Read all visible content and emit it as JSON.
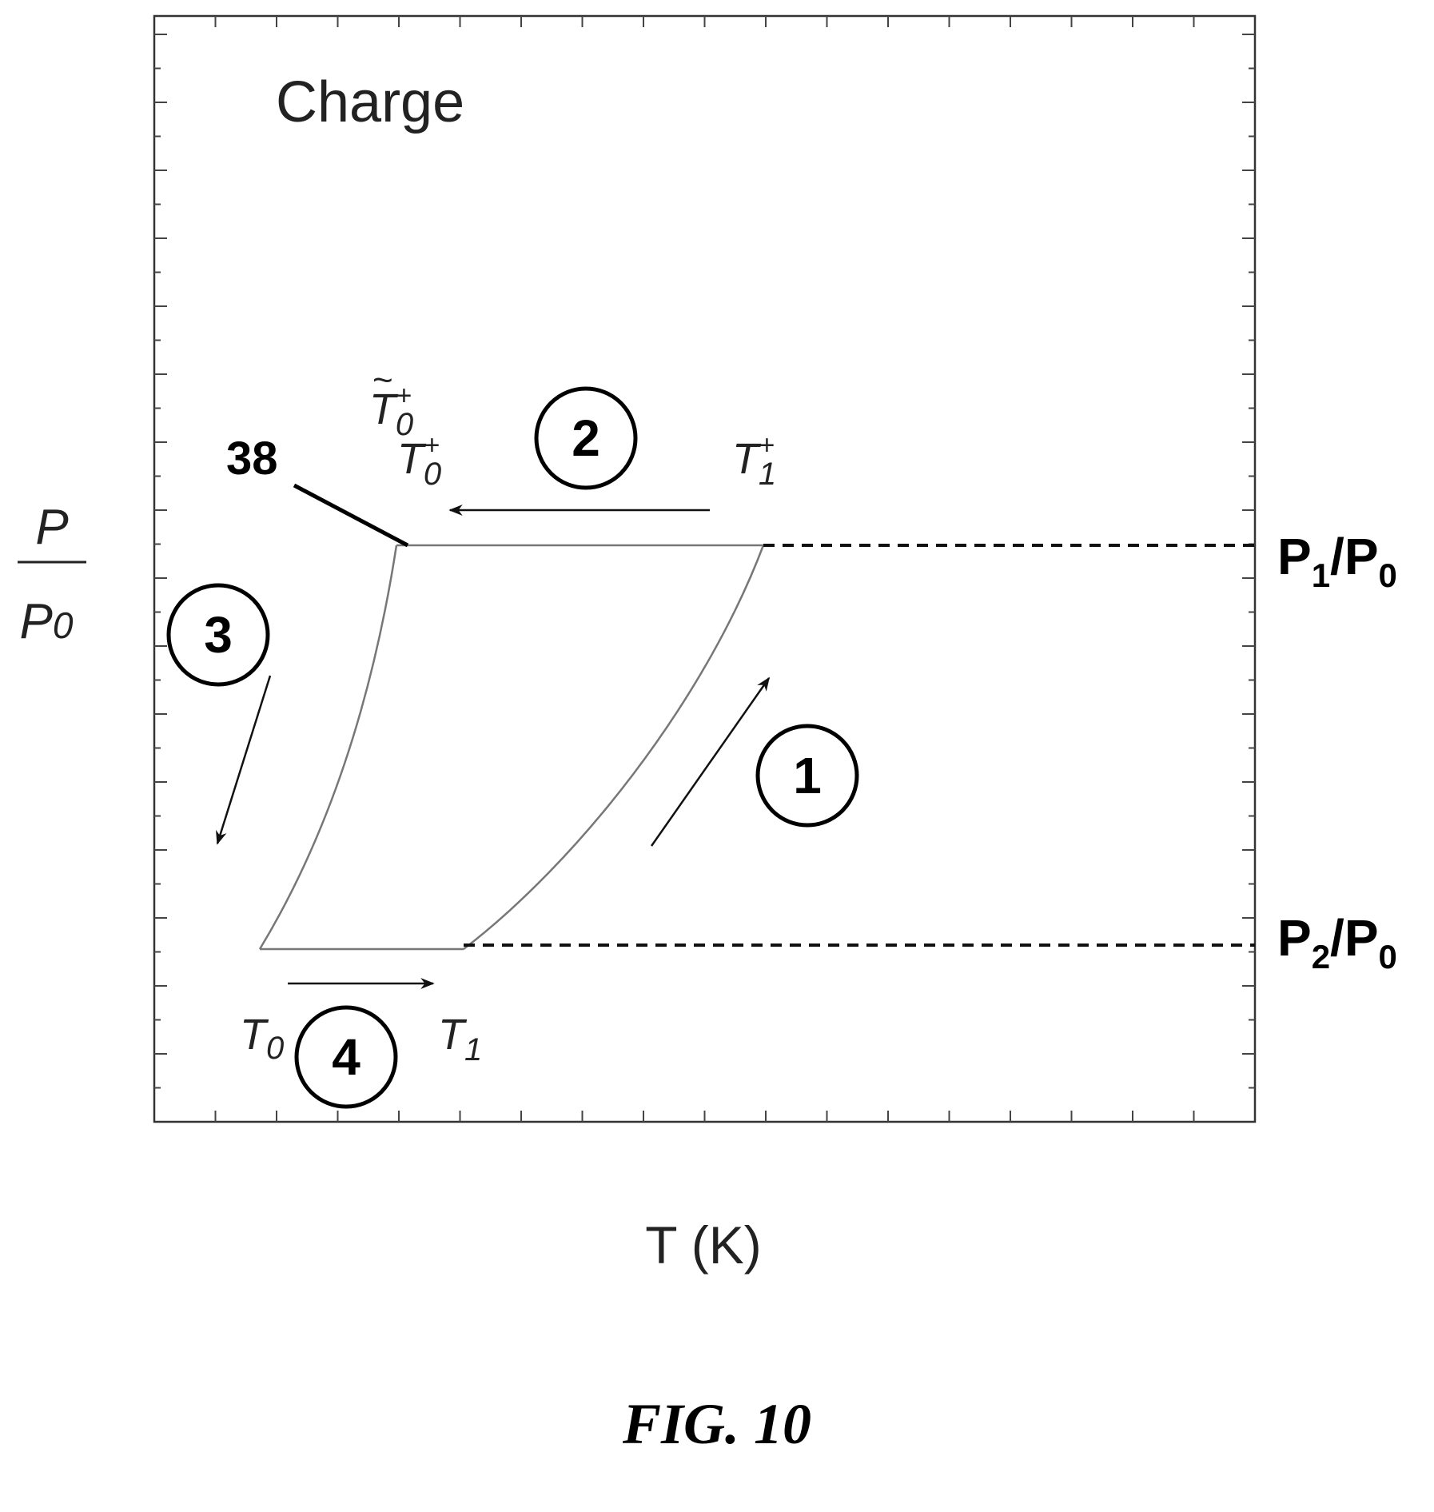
{
  "title": "Charge",
  "y_label": {
    "numerator": "P",
    "denominator": "P",
    "denominator_sub": "0"
  },
  "x_label": "T (K)",
  "caption": "FIG. 10",
  "reference_numeral": "38",
  "pressure_labels": {
    "high": {
      "main": "P",
      "sub1": "1",
      "slash": "/P",
      "sub2": "0"
    },
    "low": {
      "main": "P",
      "sub1": "2",
      "slash": "/P",
      "sub2": "0"
    }
  },
  "temperature_labels": {
    "t0_tilde_plus": {
      "main": "T",
      "sub": "0",
      "sup": "+",
      "accent": "~"
    },
    "t0_plus": {
      "main": "T",
      "sub": "0",
      "sup": "+"
    },
    "t1_plus": {
      "main": "T",
      "sub": "1",
      "sup": "+"
    },
    "t0": {
      "main": "T",
      "sub": "0"
    },
    "t1": {
      "main": "T",
      "sub": "1"
    }
  },
  "steps": [
    "1",
    "2",
    "3",
    "4"
  ]
}
